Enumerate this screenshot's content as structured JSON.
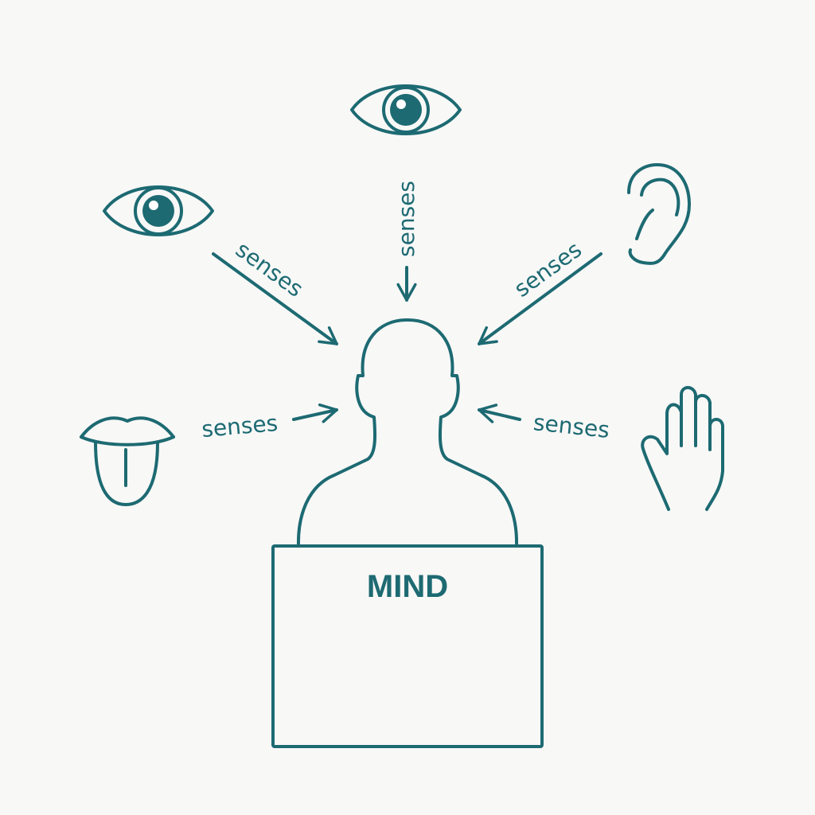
{
  "diagram": {
    "center": {
      "box_label": "MIND"
    },
    "senses": [
      {
        "id": "eye-top",
        "icon": "eye-icon",
        "label": "senses"
      },
      {
        "id": "eye-left",
        "icon": "eye-icon",
        "label": "senses"
      },
      {
        "id": "ear",
        "icon": "ear-icon",
        "label": "senses"
      },
      {
        "id": "tongue",
        "icon": "tongue-icon",
        "label": "senses"
      },
      {
        "id": "hand",
        "icon": "hand-icon",
        "label": "senses"
      }
    ]
  },
  "colors": {
    "ink": "#1d6a72",
    "background": "#f8f8f7"
  }
}
